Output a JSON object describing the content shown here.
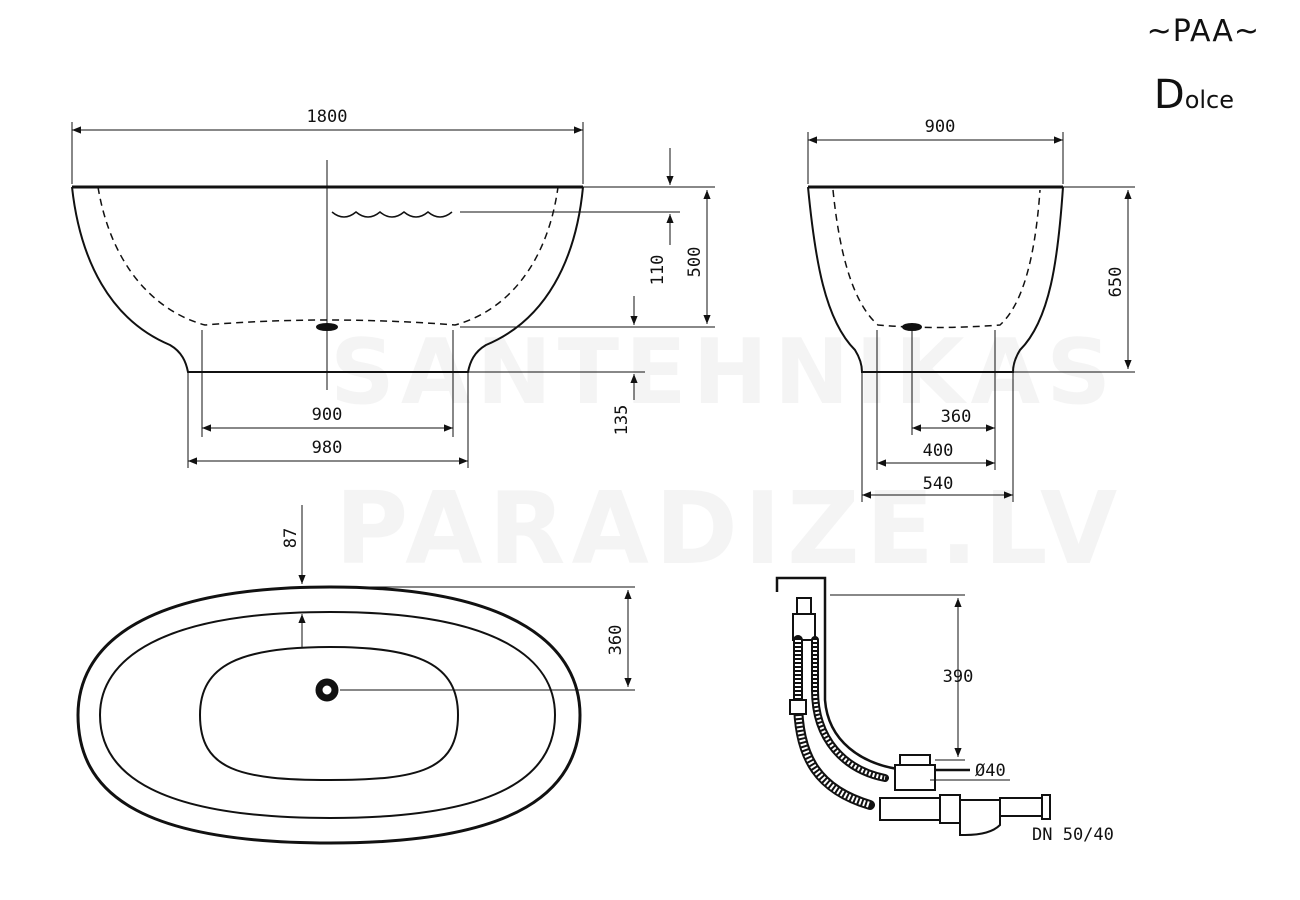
{
  "brand": {
    "logo": "PAA",
    "model_initial": "D",
    "model_rest": "olce"
  },
  "watermark": {
    "line1": "SANTEHNIKAS",
    "line2": "PARADIZE.LV"
  },
  "side_view": {
    "length": "1800",
    "depth": "500",
    "water_level": "110",
    "foot_height": "135",
    "inner_bottom": "900",
    "foot_length": "980"
  },
  "end_view": {
    "width": "900",
    "height": "650",
    "drain_offset": "360",
    "inner_foot": "400",
    "foot_width": "540"
  },
  "top_view": {
    "rim_offset": "87",
    "drain_position": "360"
  },
  "drain": {
    "height": "390",
    "diameter": "Ø40",
    "connection": "DN 50/40"
  },
  "colors": {
    "line": "#111111"
  }
}
